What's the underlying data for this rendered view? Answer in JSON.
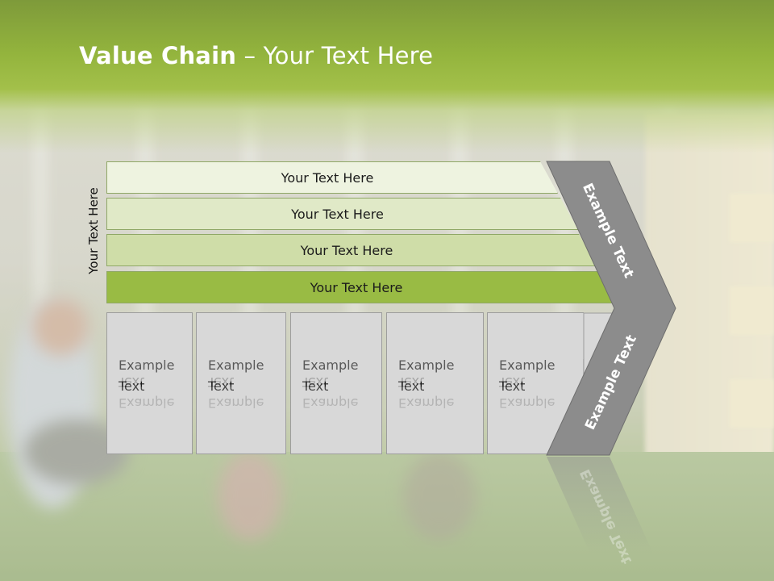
{
  "slide": {
    "title_bold": "Value Chain",
    "title_rest": " – Your Text Here",
    "side_label": "Your Text Here"
  },
  "bars": [
    {
      "label": "Your Text Here",
      "fill": "#eef3e0"
    },
    {
      "label": "Your Text Here",
      "fill": "#e0e9c7"
    },
    {
      "label": "Your Text Here",
      "fill": "#cfdda8"
    },
    {
      "label": "Your Text Here",
      "fill": "#99bb44"
    }
  ],
  "columns": [
    {
      "line1": "Example",
      "line2": "Text"
    },
    {
      "line1": "Example",
      "line2": "Text"
    },
    {
      "line1": "Example",
      "line2": "Text"
    },
    {
      "line1": "Example",
      "line2": "Text"
    },
    {
      "line1": "Example",
      "line2": "Text"
    }
  ],
  "chevron": {
    "upper_text": "Example Text",
    "lower_text": "Example Text",
    "fill": "#8c8c8c"
  }
}
